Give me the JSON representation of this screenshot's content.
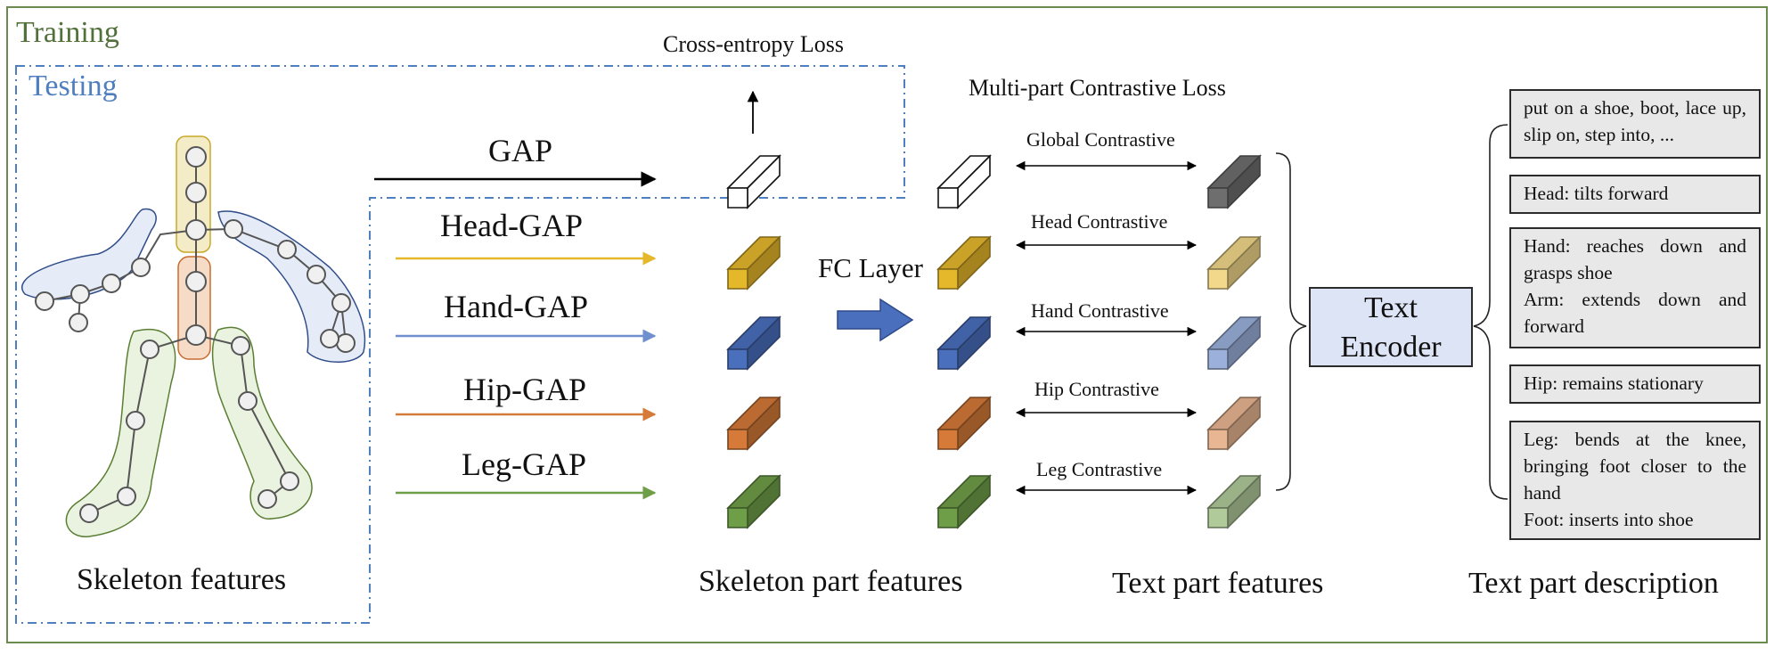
{
  "training_label": "Training",
  "testing_label": "Testing",
  "cross_entropy": "Cross-entropy Loss",
  "multi_part_loss": "Multi-part Contrastive Loss",
  "gap_rows": [
    "GAP",
    "Head-GAP",
    "Hand-GAP",
    "Hip-GAP",
    "Leg-GAP"
  ],
  "fc_layer": "FC Layer",
  "contrastive": [
    "Global Contrastive",
    "Head Contrastive",
    "Hand Contrastive",
    "Hip Contrastive",
    "Leg Contrastive"
  ],
  "text_encoder": [
    "Text",
    "Encoder"
  ],
  "captions": {
    "skeleton": "Skeleton features",
    "skeleton_part": "Skeleton part features",
    "text_part": "Text part features",
    "text_desc": "Text part description"
  },
  "descriptions": [
    [
      "put on a shoe, boot, lace up, slip on, step into, ..."
    ],
    [
      "Head: tilts forward"
    ],
    [
      "Hand: reaches down and grasps shoe",
      "Arm: extends down and forward"
    ],
    [
      "Hip: remains stationary"
    ],
    [
      "Leg: bends at the knee, bringing foot closer to the hand",
      "Foot: inserts into shoe"
    ]
  ],
  "colors": {
    "training_border": "#6b8a4e",
    "testing_border": "#4f7fbf",
    "head": "#e5b82c",
    "hand": "#4a6fbd",
    "hip": "#d57a38",
    "leg": "#6f9e48",
    "global_text": "#6e6e6e"
  }
}
